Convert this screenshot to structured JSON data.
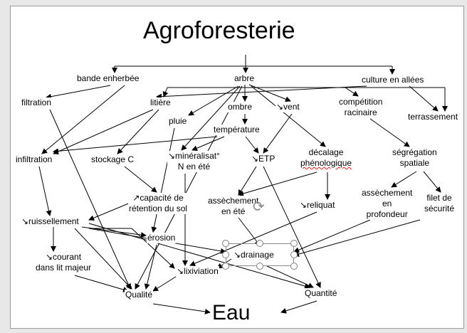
{
  "title": "Agroforesterie",
  "bottom": "Eau",
  "nodes": {
    "bande_enherbee": "bande enherbée",
    "arbre": "arbre",
    "culture_allees": "culture en allées",
    "filtration": "filtration",
    "litiere": "litière",
    "ombre": "ombre",
    "vent": "↘vent",
    "competition": [
      "compétition",
      "racinaire"
    ],
    "terrassement": "terrassement",
    "pluie": "pluie",
    "temperature": "température",
    "infiltration": "infiltration",
    "stockage": "stockage C",
    "mineralisation": [
      "↘minéralisat°",
      "N en été"
    ],
    "etp": "↘ETP",
    "decalage": [
      "décalage",
      "phénologique"
    ],
    "segregation": [
      "ségrégation",
      "spatiale"
    ],
    "capacite": [
      "↗capacité de",
      "rétention du sol"
    ],
    "assechement_ete": [
      "assèchement",
      "en été"
    ],
    "reliquat": "↘reliquat",
    "assechement_prof": [
      "assèchement",
      "en",
      "profondeur"
    ],
    "filet": [
      "filet de",
      "sécurité"
    ],
    "ruissellement": "↘ruissellement",
    "erosion": "érosion",
    "drainage": "↘drainage",
    "courant": [
      "↘courant",
      "dans lit majeur"
    ],
    "lixiviation": "↘lixiviation",
    "qualite": "Qualité",
    "quantite": "Quantité"
  },
  "colors": {
    "line": "#000000",
    "selection": "#7f7f7f",
    "spellcheck": "#d42020"
  },
  "icons": {
    "rotate": "rotate-handle-icon"
  }
}
